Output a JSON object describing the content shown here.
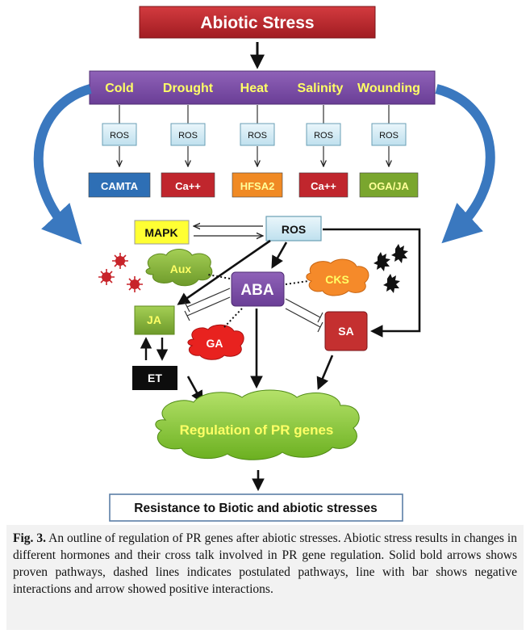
{
  "figure": {
    "top_box": "Abiotic Stress",
    "stresses": [
      "Cold",
      "Drought",
      "Heat",
      "Salinity",
      "Wounding"
    ],
    "ros_row": [
      "ROS",
      "ROS",
      "ROS",
      "ROS",
      "ROS"
    ],
    "targets": [
      {
        "label": "CAMTA",
        "color": "#2e6fb5"
      },
      {
        "label": "Ca++",
        "color": "#c0262d"
      },
      {
        "label": "HFSA2",
        "color": "#f08a24"
      },
      {
        "label": "Ca++",
        "color": "#c0262d"
      },
      {
        "label": "OGA/JA",
        "color": "#7aa62e"
      }
    ],
    "nodes": {
      "mapk": "MAPK",
      "ros": "ROS",
      "aux": "Aux",
      "aba": "ABA",
      "cks": "CKS",
      "ja": "JA",
      "sa": "SA",
      "ga": "GA",
      "et": "ET"
    },
    "regulation": "Regulation of PR genes",
    "resistance": "Resistance to Biotic and abiotic stresses"
  },
  "caption": {
    "label": "Fig. 3.",
    "text": "An outline of regulation of PR genes after abiotic stresses. Abiotic stress results in changes in different hormones and their cross talk involved in PR gene regulation. Solid bold arrows shows proven pathways, dashed lines indicates postulated pathways, line with bar shows negative interactions and arrow showed positive interactions."
  },
  "colors": {
    "stress_red": "#b8232a",
    "purple": "#7b4fa6",
    "ros_light": "#d6ecf5",
    "mapk_yellow": "#ffff33",
    "green": "#8dbb3c",
    "regulation_green": "#8fd13b",
    "regulation_text": "#ffff66",
    "sa_red": "#c43030",
    "ga_red": "#e8221f",
    "cks_orange": "#f58a2a",
    "blue_arrow": "#3a78bf"
  },
  "icons": [
    "red-virus-icon",
    "black-pathogen-icon"
  ]
}
